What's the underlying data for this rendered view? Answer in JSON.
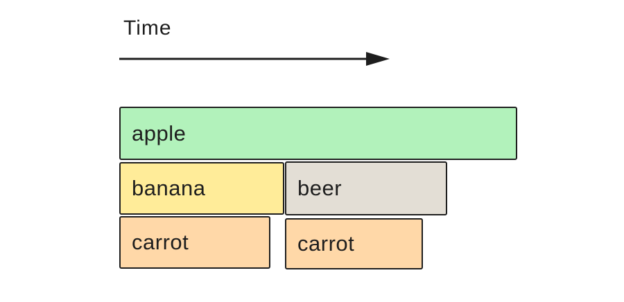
{
  "colors": {
    "background": "#ffffff",
    "stroke": "#1e1e1e",
    "apple_fill": "#b2f2bb",
    "banana_fill": "#ffec99",
    "beer_fill": "#e3ded5",
    "carrot_fill": "#ffd8a8"
  },
  "timeline": {
    "label": "Time"
  },
  "bars": [
    {
      "id": "apple",
      "label": "apple",
      "fill": "#b2f2bb"
    },
    {
      "id": "banana",
      "label": "banana",
      "fill": "#ffec99"
    },
    {
      "id": "beer",
      "label": "beer",
      "fill": "#e3ded5"
    },
    {
      "id": "carrot-1",
      "label": "carrot",
      "fill": "#ffd8a8"
    },
    {
      "id": "carrot-2",
      "label": "carrot",
      "fill": "#ffd8a8"
    }
  ]
}
